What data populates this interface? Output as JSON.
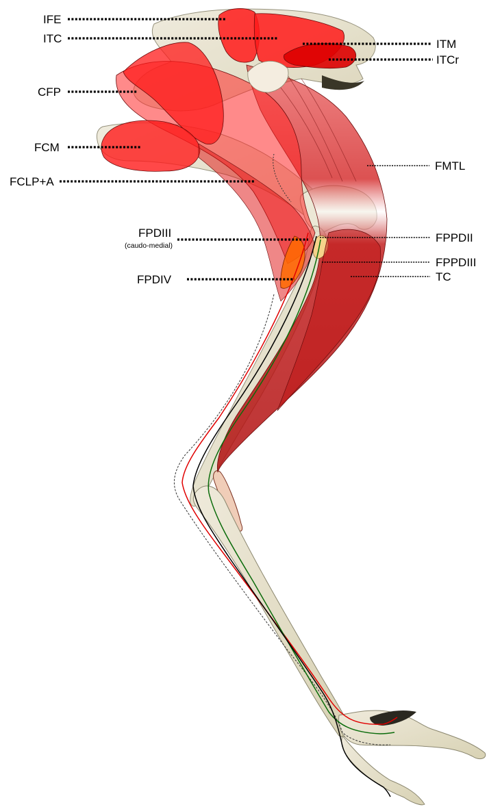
{
  "labels": {
    "IFE": "IFE",
    "ITC": "ITC",
    "CFP": "CFP",
    "FCM": "FCM",
    "FCLP_A": "FCLP+A",
    "FPDIII": "FPDIII",
    "FPDIII_sub": "(caudo-medial)",
    "FPDIV": "FPDIV",
    "ITM": "ITM",
    "ITCr": "ITCr",
    "FMTL": "FMTL",
    "FPPDII": "FPPDII",
    "FPPDIII": "FPPDIII",
    "TC": "TC"
  },
  "colors": {
    "muscle": "#ff1a1a",
    "muscle_dark": "#b81414",
    "bone": "#e6e1c6",
    "bone_edge": "#8a866e",
    "tendon_red": "#e00000",
    "tendon_green": "#0a6b0a",
    "tendon_black": "#000000",
    "orange": "#ff7a00"
  }
}
